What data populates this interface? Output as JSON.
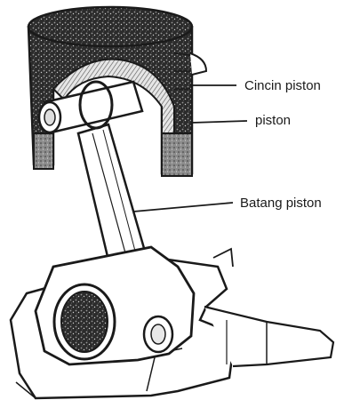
{
  "labels": {
    "piston_ring": "Cincin piston",
    "piston": "piston",
    "connecting_rod": "Batang piston"
  },
  "colors": {
    "ink": "#1a1a1a",
    "texture_dark": "#3a3a3a",
    "texture_light": "#bdbdbd",
    "paper": "#ffffff"
  }
}
